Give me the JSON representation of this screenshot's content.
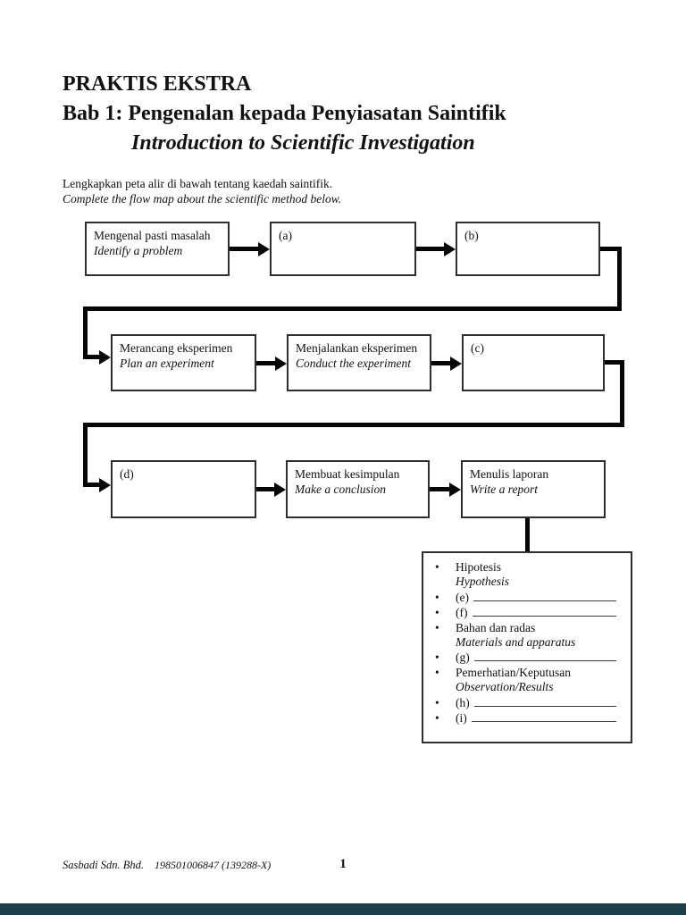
{
  "header": {
    "title": "PRAKTIS EKSTRA",
    "chapter": "Bab 1: Pengenalan kepada Penyiasatan Saintifik",
    "chapter_en": "Introduction to Scientific Investigation",
    "instruction_ms": "Lengkapkan peta alir di bawah tentang kaedah saintifik.",
    "instruction_en": "Complete the flow map about the scientific method below."
  },
  "flowchart": {
    "row1": {
      "box1": {
        "ms": "Mengenal pasti masalah",
        "en": "Identify a problem"
      },
      "box2": {
        "label": "(a)"
      },
      "box3": {
        "label": "(b)"
      }
    },
    "row2": {
      "box1": {
        "ms": "Merancang eksperimen",
        "en": "Plan an experiment"
      },
      "box2": {
        "ms": "Menjalankan eksperimen",
        "en": "Conduct the experiment"
      },
      "box3": {
        "label": "(c)"
      }
    },
    "row3": {
      "box1": {
        "label": "(d)"
      },
      "box2": {
        "ms": "Membuat kesimpulan",
        "en": "Make a conclusion"
      },
      "box3": {
        "ms": "Menulis laporan",
        "en": "Write a report"
      }
    },
    "details": [
      {
        "type": "pair",
        "ms": "Hipotesis",
        "en": "Hypothesis"
      },
      {
        "type": "blank",
        "label": "(e)"
      },
      {
        "type": "blank",
        "label": "(f)"
      },
      {
        "type": "pair",
        "ms": "Bahan dan radas",
        "en": "Materials and apparatus"
      },
      {
        "type": "blank",
        "label": "(g)"
      },
      {
        "type": "pair",
        "ms": "Pemerhatian/Keputusan",
        "en": "Observation/Results"
      },
      {
        "type": "blank",
        "label": "(h)"
      },
      {
        "type": "blank",
        "label": "(i)"
      }
    ]
  },
  "footer": {
    "publisher": "Sasbadi Sdn. Bhd.",
    "registration": "198501006847 (139288-X)",
    "page_number": "1"
  },
  "colors": {
    "ink": "#111111",
    "line": "#060606",
    "box_border": "#2f2f2f",
    "bottom_bar": "#1e3e49",
    "paper": "#ffffff"
  }
}
